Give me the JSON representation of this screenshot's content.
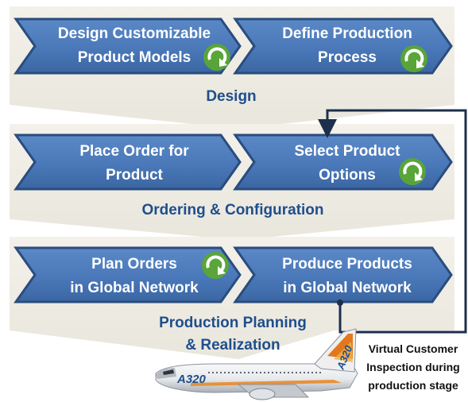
{
  "colors": {
    "chevron_fill": "#4a78b8",
    "chevron_dark": "#2a4c7e",
    "band_fill": "#eeece4",
    "stage_label": "#1f4e8c",
    "cycle_icon": "#5aa832",
    "connector": "#1c2f4d"
  },
  "stages": [
    {
      "label": "Design",
      "steps": [
        {
          "line1": "Design Customizable",
          "line2": "Product Models",
          "has_cycle_icon": true
        },
        {
          "line1": "Define Production",
          "line2": "Process",
          "has_cycle_icon": true
        }
      ]
    },
    {
      "label": "Ordering & Configuration",
      "steps": [
        {
          "line1": "Place Order for",
          "line2": "Product",
          "has_cycle_icon": false
        },
        {
          "line1": "Select Product",
          "line2": "Options",
          "has_cycle_icon": true
        }
      ]
    },
    {
      "label_line1": "Production Planning",
      "label_line2": "& Realization",
      "steps": [
        {
          "line1": "Plan Orders",
          "line2": "in Global Network",
          "has_cycle_icon": true
        },
        {
          "line1": "Produce Products",
          "line2": "in Global Network",
          "has_cycle_icon": false
        }
      ]
    }
  ],
  "callout": {
    "line1": "Virtual Customer",
    "line2": "Inspection during",
    "line3": "production stage"
  },
  "aircraft": {
    "fuselage_text": "A320",
    "tail_text": "A320"
  }
}
